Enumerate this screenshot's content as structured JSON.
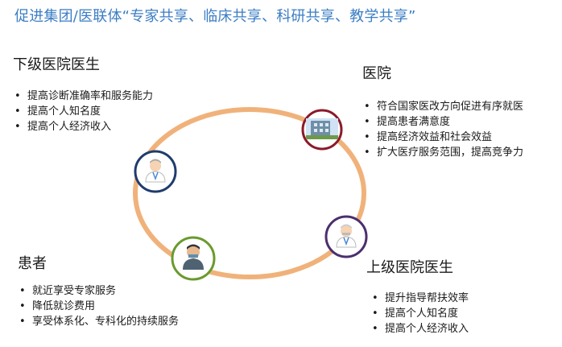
{
  "title": "促进集团/医联体“专家共享、临床共享、科研共享、教学共享”",
  "nodes": {
    "lower_doctor": {
      "heading": "下级医院医生",
      "items": [
        "提高诊断准确率和服务能力",
        "提高个人知名度",
        "提高个人经济收入"
      ],
      "icon": "doctor-icon"
    },
    "hospital": {
      "heading": "医院",
      "items": [
        "符合国家医改方向促进有序就医",
        "提高患者满意度",
        "提高经济效益和社会效益",
        "扩大医疗服务范围，提高竞争力"
      ],
      "icon": "hospital-building-icon"
    },
    "patient": {
      "heading": "患者",
      "items": [
        "就近享受专家服务",
        "降低就诊费用",
        "享受体系化、专科化的持续服务"
      ],
      "icon": "patient-icon"
    },
    "upper_doctor": {
      "heading": "上级医院医生",
      "items": [
        "提升指导帮扶效率",
        "提高个人知名度",
        "提高个人经济收入"
      ],
      "icon": "senior-doctor-icon"
    }
  },
  "colors": {
    "title": "#3b7dc4",
    "ring": "#f0b27a",
    "hospital_circle": "#8b1a2b",
    "doctor_circle": "#1f3c6e",
    "patient_circle": "#6a9a2e",
    "senior_circle": "#4b2f6e"
  }
}
